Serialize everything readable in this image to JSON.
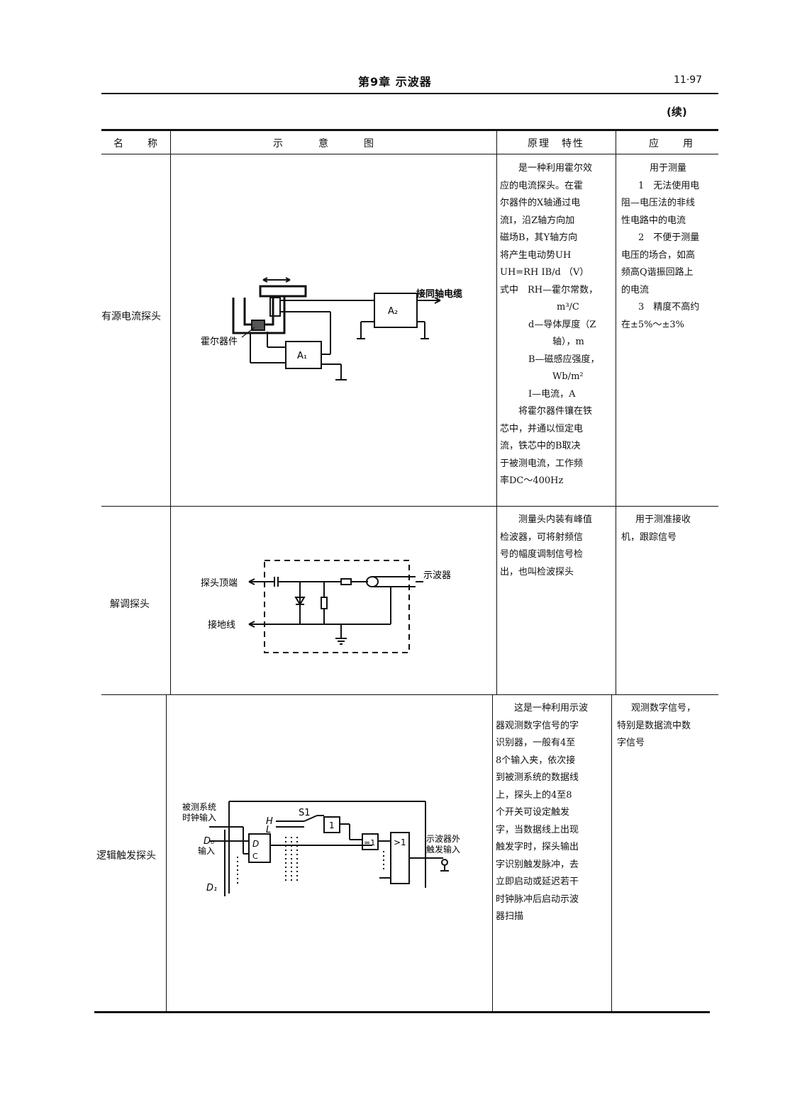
{
  "header": {
    "chapter_title": "第9章 示波器",
    "page_number": "11·97"
  },
  "continued": "(续)",
  "table": {
    "columns": [
      "名　　称",
      "示　　　意　　　图",
      "原理　特性",
      "应　　用"
    ],
    "rows": [
      {
        "name": "有源电流探头",
        "diagram": {
          "label_cable": "接同轴电缆",
          "label_hall": "霍尔器件",
          "amp1": "A₁",
          "amp2": "A₂"
        },
        "principle": [
          "是一种利用霍尔效",
          "应的电流探头。在霍",
          "尔器件的X轴通过电",
          "流I，沿Z轴方向加",
          "磁场B，其Y轴方向",
          "将产生电动势UH",
          "UH=RH IB/d （V）",
          "式中　RH—霍尔常数，",
          "m³/C",
          "d—导体厚度（Z",
          "轴），m",
          "B—磁感应强度，",
          "Wb/m²",
          "I—电流，A",
          "将霍尔器件镶在铁",
          "芯中，并通以恒定电",
          "流，铁芯中的B取决",
          "于被测电流，工作频",
          "率DC～400Hz"
        ],
        "application": [
          "用于测量",
          "1　无法使用电",
          "阻—电压法的非线",
          "性电路中的电流",
          "2　不便于测量",
          "电压的场合，如高",
          "频高Q谐振回路上",
          "的电流",
          "3　精度不高约",
          "在±5%～±3%"
        ]
      },
      {
        "name": "解调探头",
        "diagram": {
          "label_tip": "探头顶端",
          "label_ground": "接地线",
          "label_scope": "示波器"
        },
        "principle": [
          "测量头内装有峰值",
          "检波器，可将射频信",
          "号的幅度调制信号检",
          "出，也叫检波探头"
        ],
        "application": [
          "用于测准接收",
          "机，跟踪信号"
        ]
      },
      {
        "name": "逻辑触发探头",
        "diagram": {
          "label_clock_1": "被测系统",
          "label_clock_2": "时钟输入",
          "label_d0": "D₀",
          "label_d0_in": "输入",
          "label_d1": "D₁",
          "label_h": "H",
          "label_l": "L",
          "label_s1": "S1",
          "gate_1": "1",
          "gate_eq": "=1",
          "gate_or": ">1",
          "ff_d": "D",
          "ff_c": "C",
          "label_out_1": "示波器外",
          "label_out_2": "触发输入"
        },
        "principle": [
          "这是一种利用示波",
          "器观测数字信号的字",
          "识别器，一般有4至",
          "8个输入夹，依次接",
          "到被测系统的数据线",
          "上，探头上的4至8",
          "个开关可设定触发",
          "字，当数据线上出现",
          "触发字时，探头输出",
          "字识别触发脉冲，去",
          "立即启动或延迟若干",
          "时钟脉冲后启动示波",
          "器扫描"
        ],
        "application": [
          "观测数字信号，",
          "特别是数据流中数",
          "字信号"
        ]
      }
    ]
  }
}
